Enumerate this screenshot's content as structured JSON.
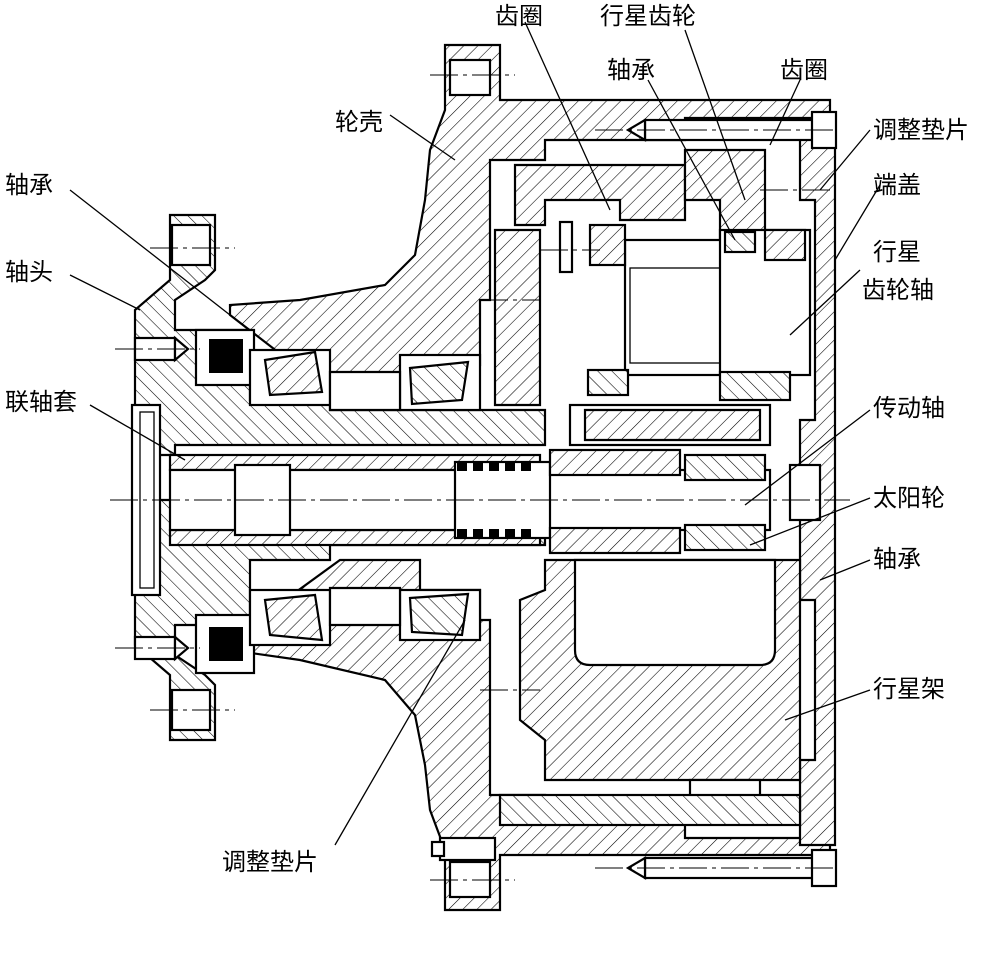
{
  "labels": {
    "ring_gear_top": "齿圈",
    "planet_gear": "行星齿轮",
    "bearing_top": "轴承",
    "ring_gear_right": "齿圈",
    "wheel_housing": "轮壳",
    "shim_top": "调整垫片",
    "bearing_left": "轴承",
    "end_cover": "端盖",
    "shaft_head": "轴头",
    "planet_gear_shaft_line1": "行星",
    "planet_gear_shaft_line2": "齿轮轴",
    "coupling_sleeve": "联轴套",
    "drive_shaft": "传动轴",
    "sun_gear": "太阳轮",
    "bearing_right": "轴承",
    "planet_carrier": "行星架",
    "shim_bottom": "调整垫片"
  }
}
